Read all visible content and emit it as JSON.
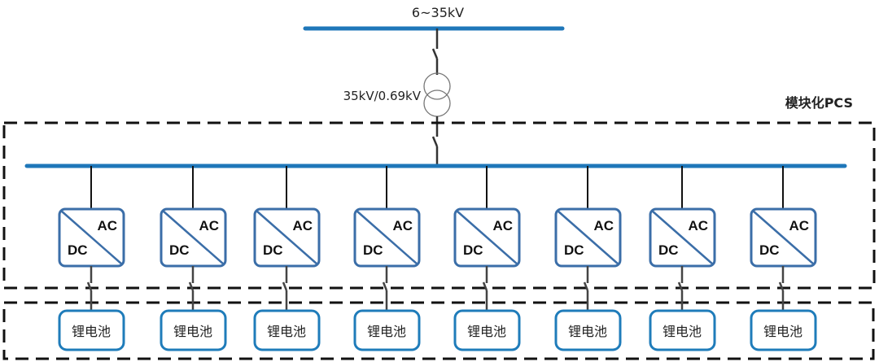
{
  "diagram": {
    "grid_bus_label": "6~35kV",
    "transformer_label": "35kV/0.69kV",
    "pcs_group_label": "模块化PCS",
    "pcs_module": {
      "ac_label": "AC",
      "dc_label": "DC"
    },
    "battery_label": "锂电池",
    "module_count": 8,
    "modules": [
      {
        "ac": "AC",
        "dc": "DC",
        "battery": "锂电池"
      },
      {
        "ac": "AC",
        "dc": "DC",
        "battery": "锂电池"
      },
      {
        "ac": "AC",
        "dc": "DC",
        "battery": "锂电池"
      },
      {
        "ac": "AC",
        "dc": "DC",
        "battery": "锂电池"
      },
      {
        "ac": "AC",
        "dc": "DC",
        "battery": "锂电池"
      },
      {
        "ac": "AC",
        "dc": "DC",
        "battery": "锂电池"
      },
      {
        "ac": "AC",
        "dc": "DC",
        "battery": "锂电池"
      },
      {
        "ac": "AC",
        "dc": "DC",
        "battery": "锂电池"
      }
    ],
    "colors": {
      "bus": "#1f77b9",
      "pcs_border": "#3b6ea8",
      "battery_border": "#1f7cba",
      "line": "#222222",
      "dashed": "#111111"
    }
  }
}
